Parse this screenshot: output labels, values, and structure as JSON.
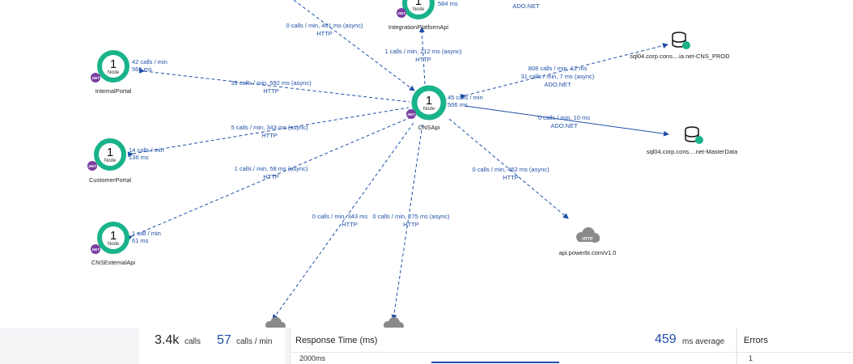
{
  "map": {
    "nodes": {
      "integration": {
        "count": "1",
        "sub": "Node",
        "badge": ".NET",
        "name": "IntegrationPlatformApi",
        "stat2": "584 ms"
      },
      "internal": {
        "count": "1",
        "sub": "Node",
        "badge": ".NET",
        "name": "InternalPortal",
        "stat1": "42 calls / min",
        "stat2": "566 ms"
      },
      "cnsapi": {
        "count": "1",
        "sub": "Node",
        "badge": ".NET",
        "name": "CNSApi",
        "stat1": "45 calls / min",
        "stat2": "506 ms"
      },
      "customer": {
        "count": "1",
        "sub": "Node",
        "badge": ".NET",
        "name": "CustomerPortal",
        "stat1": "14 calls / min",
        "stat2": "136 ms"
      },
      "external": {
        "count": "1",
        "sub": "Node",
        "badge": ".NET",
        "name": "CNSExternalApi",
        "stat1": "1 call / min",
        "stat2": "61 ms"
      }
    },
    "databases": {
      "db1": {
        "name": "sql04.corp.cons....ia.net-CNS_PROD"
      },
      "db2": {
        "name": "sql04.corp.cons....net-MasterData"
      }
    },
    "http_service": {
      "badge": "HTTP",
      "name": "api.powerbi.com/v1.0"
    },
    "top_right_label": "ADO.NET",
    "edges": [
      {
        "id": "e1",
        "line1": "0 calls / min, 401 ms (async)",
        "line2": "HTTP"
      },
      {
        "id": "e2",
        "line1": "1 calls / min, 212 ms (async)",
        "line2": "HTTP"
      },
      {
        "id": "e3",
        "line1": "39 calls / min, 592 ms (async)",
        "line2": "HTTP"
      },
      {
        "id": "e4",
        "line1": "808 calls / min, 12 ms",
        "line2": "31 calls / min, 7 ms (async)",
        "line3": "ADO.NET"
      },
      {
        "id": "e5",
        "line1": "0 calls / min, 10 ms",
        "line2": "ADO.NET"
      },
      {
        "id": "e6",
        "line1": "5 calls / min, 343 ms (async)",
        "line2": "HTTP"
      },
      {
        "id": "e7",
        "line1": "1 calls / min, 58 ms (async)",
        "line2": "HTTP"
      },
      {
        "id": "e8",
        "line1": "0 calls / min, 462 ms (async)",
        "line2": "HTTP"
      },
      {
        "id": "e9",
        "line1": "0 calls / min, 343 ms",
        "line2": "HTTP"
      },
      {
        "id": "e10",
        "line1": "0 calls / min, 275 ms (async)",
        "line2": "HTTP"
      }
    ]
  },
  "summary": {
    "total_calls": "3.4k",
    "calls_label": "calls",
    "rate": "57",
    "rate_label": "calls / min",
    "response_title": "Response Time (ms)",
    "avg_value": "459",
    "avg_label": "ms average",
    "axis_top": "2000ms",
    "errors_title": "Errors",
    "errors_axis": "1"
  },
  "colors": {
    "ring": "#19b38a",
    "edge": "#1f4fa8",
    "net_badge": "#7b3fa0",
    "db_status": "#19b38a"
  }
}
